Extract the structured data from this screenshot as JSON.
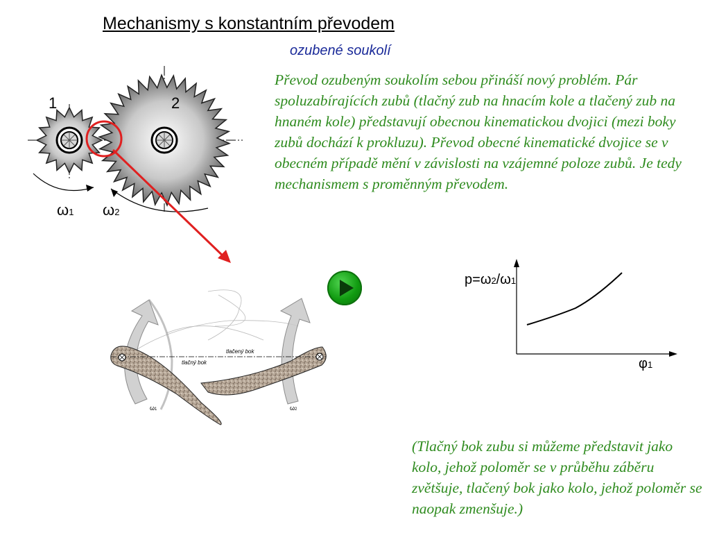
{
  "slide": {
    "title": "Mechanismy s konstantním převodem",
    "subtitle": "ozubené soukolí",
    "paragraph_main": "Převod ozubeným soukolím sebou přináší nový problém. Pár spoluzabírajících zubů (tlačný zub na hnacím kole a tlačený zub na hnaném kole) představují obecnou kinematickou dvojici (mezi boky zubů dochází k prokluzu). Převod obecné kinematické dvojice se v obecném případě mění v závislosti na vzájemné poloze zubů. Je tedy mechanismem s proměnným převodem.",
    "paragraph_note": "(Tlačný bok zubu si můžeme představit jako kolo, jehož poloměr se v průběhu záběru zvětšuje, tlačený bok jako kolo, jehož poloměr se naopak zmenšuje.)"
  },
  "gears_figure": {
    "gear1_label": "1",
    "gear2_label": "2",
    "omega_symbol": "ω",
    "omega1_sub": "1",
    "omega2_sub": "2",
    "highlight_color": "#e02020"
  },
  "teeth_figure": {
    "label_tlaceny_bok": "tlačený bok",
    "label_tlacny_bok": "tlačný bok",
    "omega_symbol": "ω",
    "omega1_sub": "1",
    "omega2_sub": "2",
    "play_icon": "play-icon"
  },
  "graph": {
    "ylabel_prefix": "p=",
    "omega_symbol": "ω",
    "num_sub": "2",
    "den_sub": "1",
    "slash": "/",
    "xlabel_symbol": "φ",
    "xlabel_sub": "1"
  },
  "colors": {
    "text_green": "#2e8b1e",
    "subtitle_blue": "#1a2a99",
    "arrow_red": "#e02020"
  }
}
